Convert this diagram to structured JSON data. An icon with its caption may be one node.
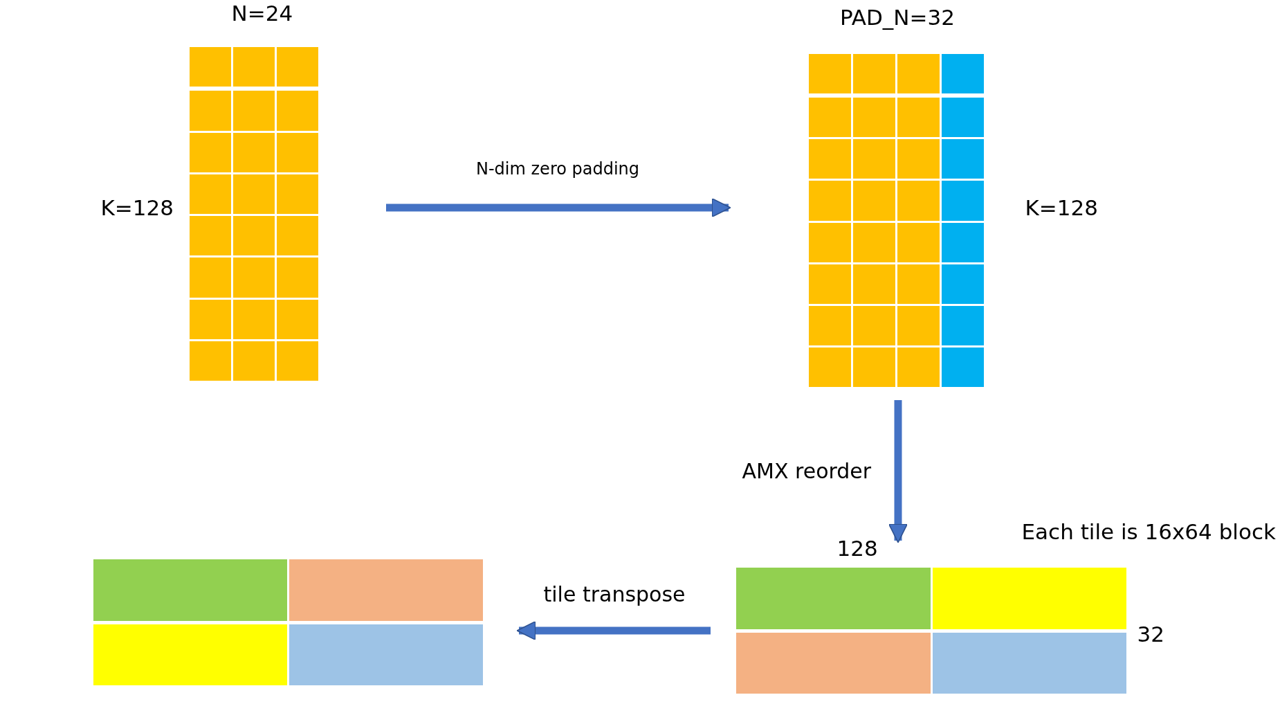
{
  "diagram": {
    "nodes": [
      {
        "text": [],
        "shape": "box"
      },
      {
        "text": [],
        "shape": "box"
      },
      {
        "text": [],
        "shape": "box"
      },
      {
        "text": [],
        "shape": "box"
      }
    ],
    "edges": [
      {
        "from": 0,
        "to": 1,
        "arrow": "to",
        "label": "N-dim zero padding"
      },
      {
        "from": 1,
        "to": 2,
        "arrow": "to",
        "label": "AMX reorder"
      },
      {
        "from": 2,
        "to": 3,
        "arrow": "to",
        "label": "tile transpose"
      }
    ],
    "labels": [
      "N=24",
      "PAD_N=32",
      "K=128",
      "K=128",
      "Each tile is 16x64 block",
      "128",
      "32"
    ]
  }
}
